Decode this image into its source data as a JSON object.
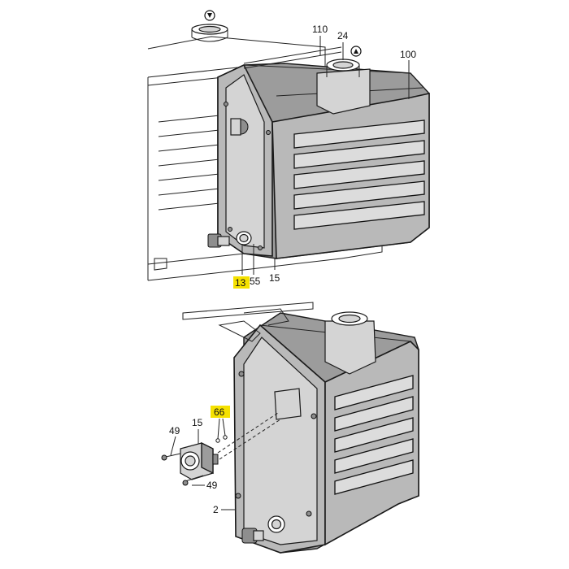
{
  "top_view": {
    "callouts": {
      "c110": "110",
      "c24": "24",
      "c100": "100",
      "c13": "13",
      "c55": "55",
      "c15": "15"
    },
    "highlight_color": "#f5e100"
  },
  "bottom_view": {
    "callouts": {
      "c66": "66",
      "c15": "15",
      "c49a": "49",
      "c49b": "49",
      "c2": "2"
    },
    "highlight_color": "#f5e100"
  },
  "icons": {
    "inlet_marker": "down-triangle-in-circle-icon",
    "outlet_marker": "up-triangle-in-circle-icon"
  }
}
